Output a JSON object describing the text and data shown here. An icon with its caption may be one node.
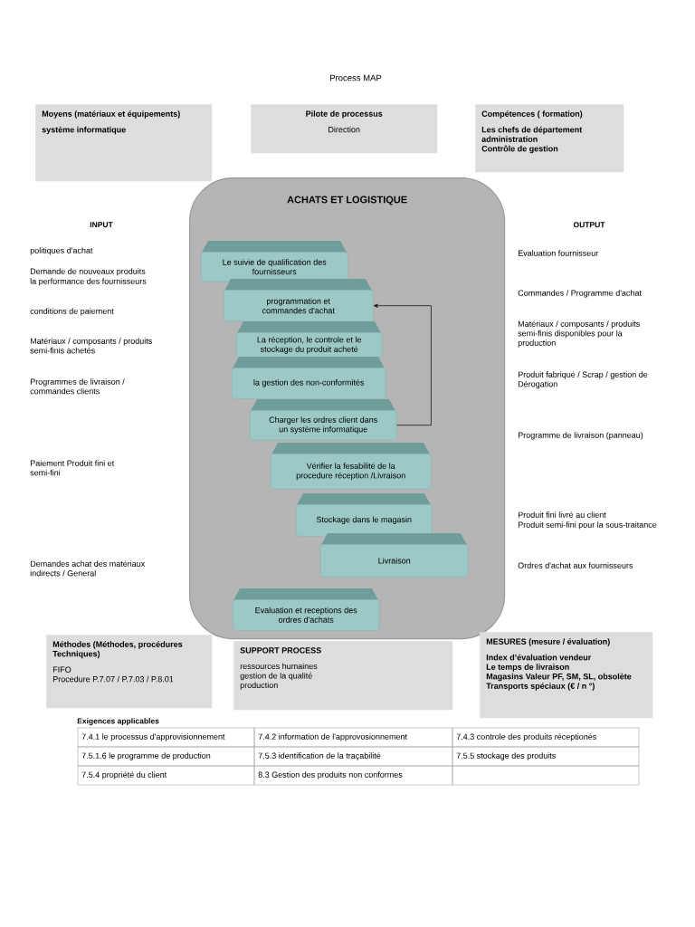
{
  "diagram": {
    "title": "Process MAP",
    "nodes": [
      {
        "text": [
          "Moyens  (matériaux et équipements)",
          "système informatique"
        ]
      },
      {
        "text": [
          "Pilote de processus",
          "Direction"
        ]
      },
      {
        "text": [
          "Compétences ( formation)",
          "Les chefs de département administration",
          "Contrôle de gestion"
        ]
      },
      {
        "text": [
          "ACHATS ET LOGISTIQUE"
        ]
      },
      {
        "text": [
          "Le suivie de qualification des fournisseurs"
        ],
        "in": 3
      },
      {
        "text": [
          "programmation et commandes d'achat"
        ],
        "in": 3
      },
      {
        "text": [
          "La réception, le controle et le stockage du produit acheté"
        ],
        "in": 3
      },
      {
        "text": [
          "la gestion des non-conformités"
        ],
        "in": 3
      },
      {
        "text": [
          "Charger les ordres client dans un système informatique"
        ],
        "in": 3
      },
      {
        "text": [
          "Vérifier la fesabilité de la procedure  réception /Livraison"
        ],
        "in": 3
      },
      {
        "text": [
          "Stockage dans le magasin"
        ],
        "in": 3
      },
      {
        "text": [
          "Livraison"
        ],
        "in": 3
      },
      {
        "text": [
          "Evaluation et receptions des ordres d'achats"
        ],
        "in": 3
      },
      {
        "text": [
          "Méthodes  (Méthodes, procédures Techniques)",
          "FIFO",
          "Procedure P.7.07 / P.7.03 / P.8.01"
        ]
      },
      {
        "text": [
          "SUPPORT PROCESS",
          "ressources humaines",
          "gestion de la qualité",
          "production"
        ]
      },
      {
        "text": [
          "MESURES (mesure / évaluation)",
          "Index d’évaluation vendeur",
          "Le temps de livraison",
          "Magasins Valeur PF, SM, SL, obsolète",
          "Transports spéciaux (€ / n °)"
        ]
      }
    ],
    "edges": [
      {
        "from": 8,
        "to": 5,
        "arrow": "to"
      }
    ],
    "labels": [
      "INPUT",
      "politiques d'achat",
      "Demande de nouveaux produits",
      "la performance des fournisseurs",
      "conditions de paiement",
      "Matériaux / composants / produits semi-finis achetés",
      "Programmes de livraison / commandes clients",
      "Paiement Produit fini et semi-fini",
      "Demandes achat des matériaux indirects / General",
      "OUTPUT",
      "Evaluation  fournisseur",
      "Commandes / Programme d'achat",
      "Matériaux / composants / produits semi-finis disponibles pour la production",
      "Produit fabriqué  / Scrap / gestion de Dérogation",
      "Programme de livraison (panneau)",
      "Produit fini livré au client",
      "Produit semi-fini pour la sous-traitance",
      "Ordres d'achat  aux fournisseurs",
      "Exigences applicables",
      "7.4.1 le processus d'approvisionnement",
      "7.4.2 information de l'approvosionnement",
      "7.4.3 controle des produits réceptionés",
      "7.5.1.6 le programme de production",
      "7.5.3 identification de la traçabilité",
      "7.5.5 stockage des produits",
      "7.5.4 propriété du client",
      "8.3 Gestion des produits non conformes"
    ]
  }
}
